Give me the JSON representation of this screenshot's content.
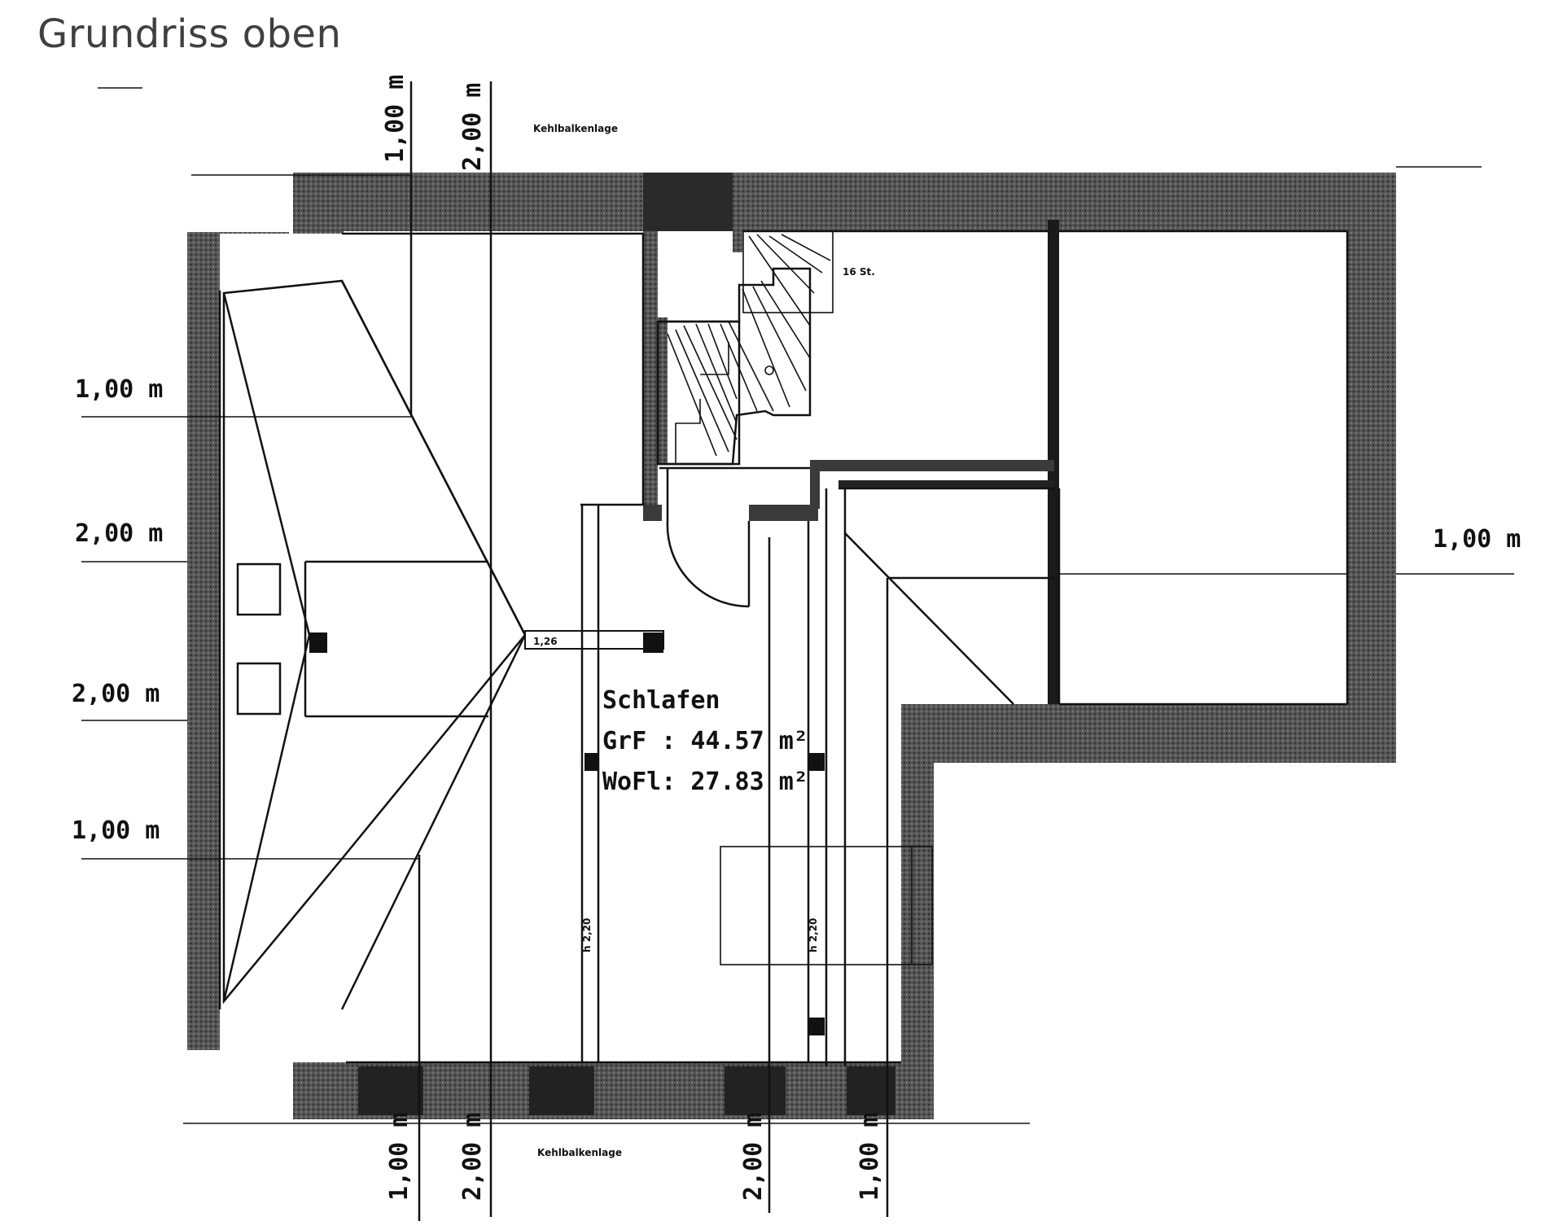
{
  "title": "Grundriss oben",
  "colors": {
    "wall": "#4a4a4a",
    "wall_dark": "#2a2a2a",
    "line": "#111111",
    "background": "#ffffff",
    "title_text": "#404040"
  },
  "dimensions": {
    "top": [
      "1,00 m",
      "2,00 m"
    ],
    "top_label": "Kehlbalkenlage",
    "left": [
      "1,00 m",
      "2,00 m",
      "2,00 m",
      "1,00 m"
    ],
    "right": [
      "1,00 m"
    ],
    "bottom": [
      "1,00 m",
      "2,00 m",
      "2,00 m",
      "1,00 m"
    ],
    "bottom_label": "Kehlbalkenlage",
    "stair_label": "16 St.",
    "window_label": "1,26",
    "vertical_left_label": "h 2,20",
    "vertical_right_label": "h 2,20"
  },
  "room": {
    "name": "Schlafen",
    "grf": "GrF : 44.57 m²",
    "wofl": "WoFl: 27.83 m²"
  }
}
